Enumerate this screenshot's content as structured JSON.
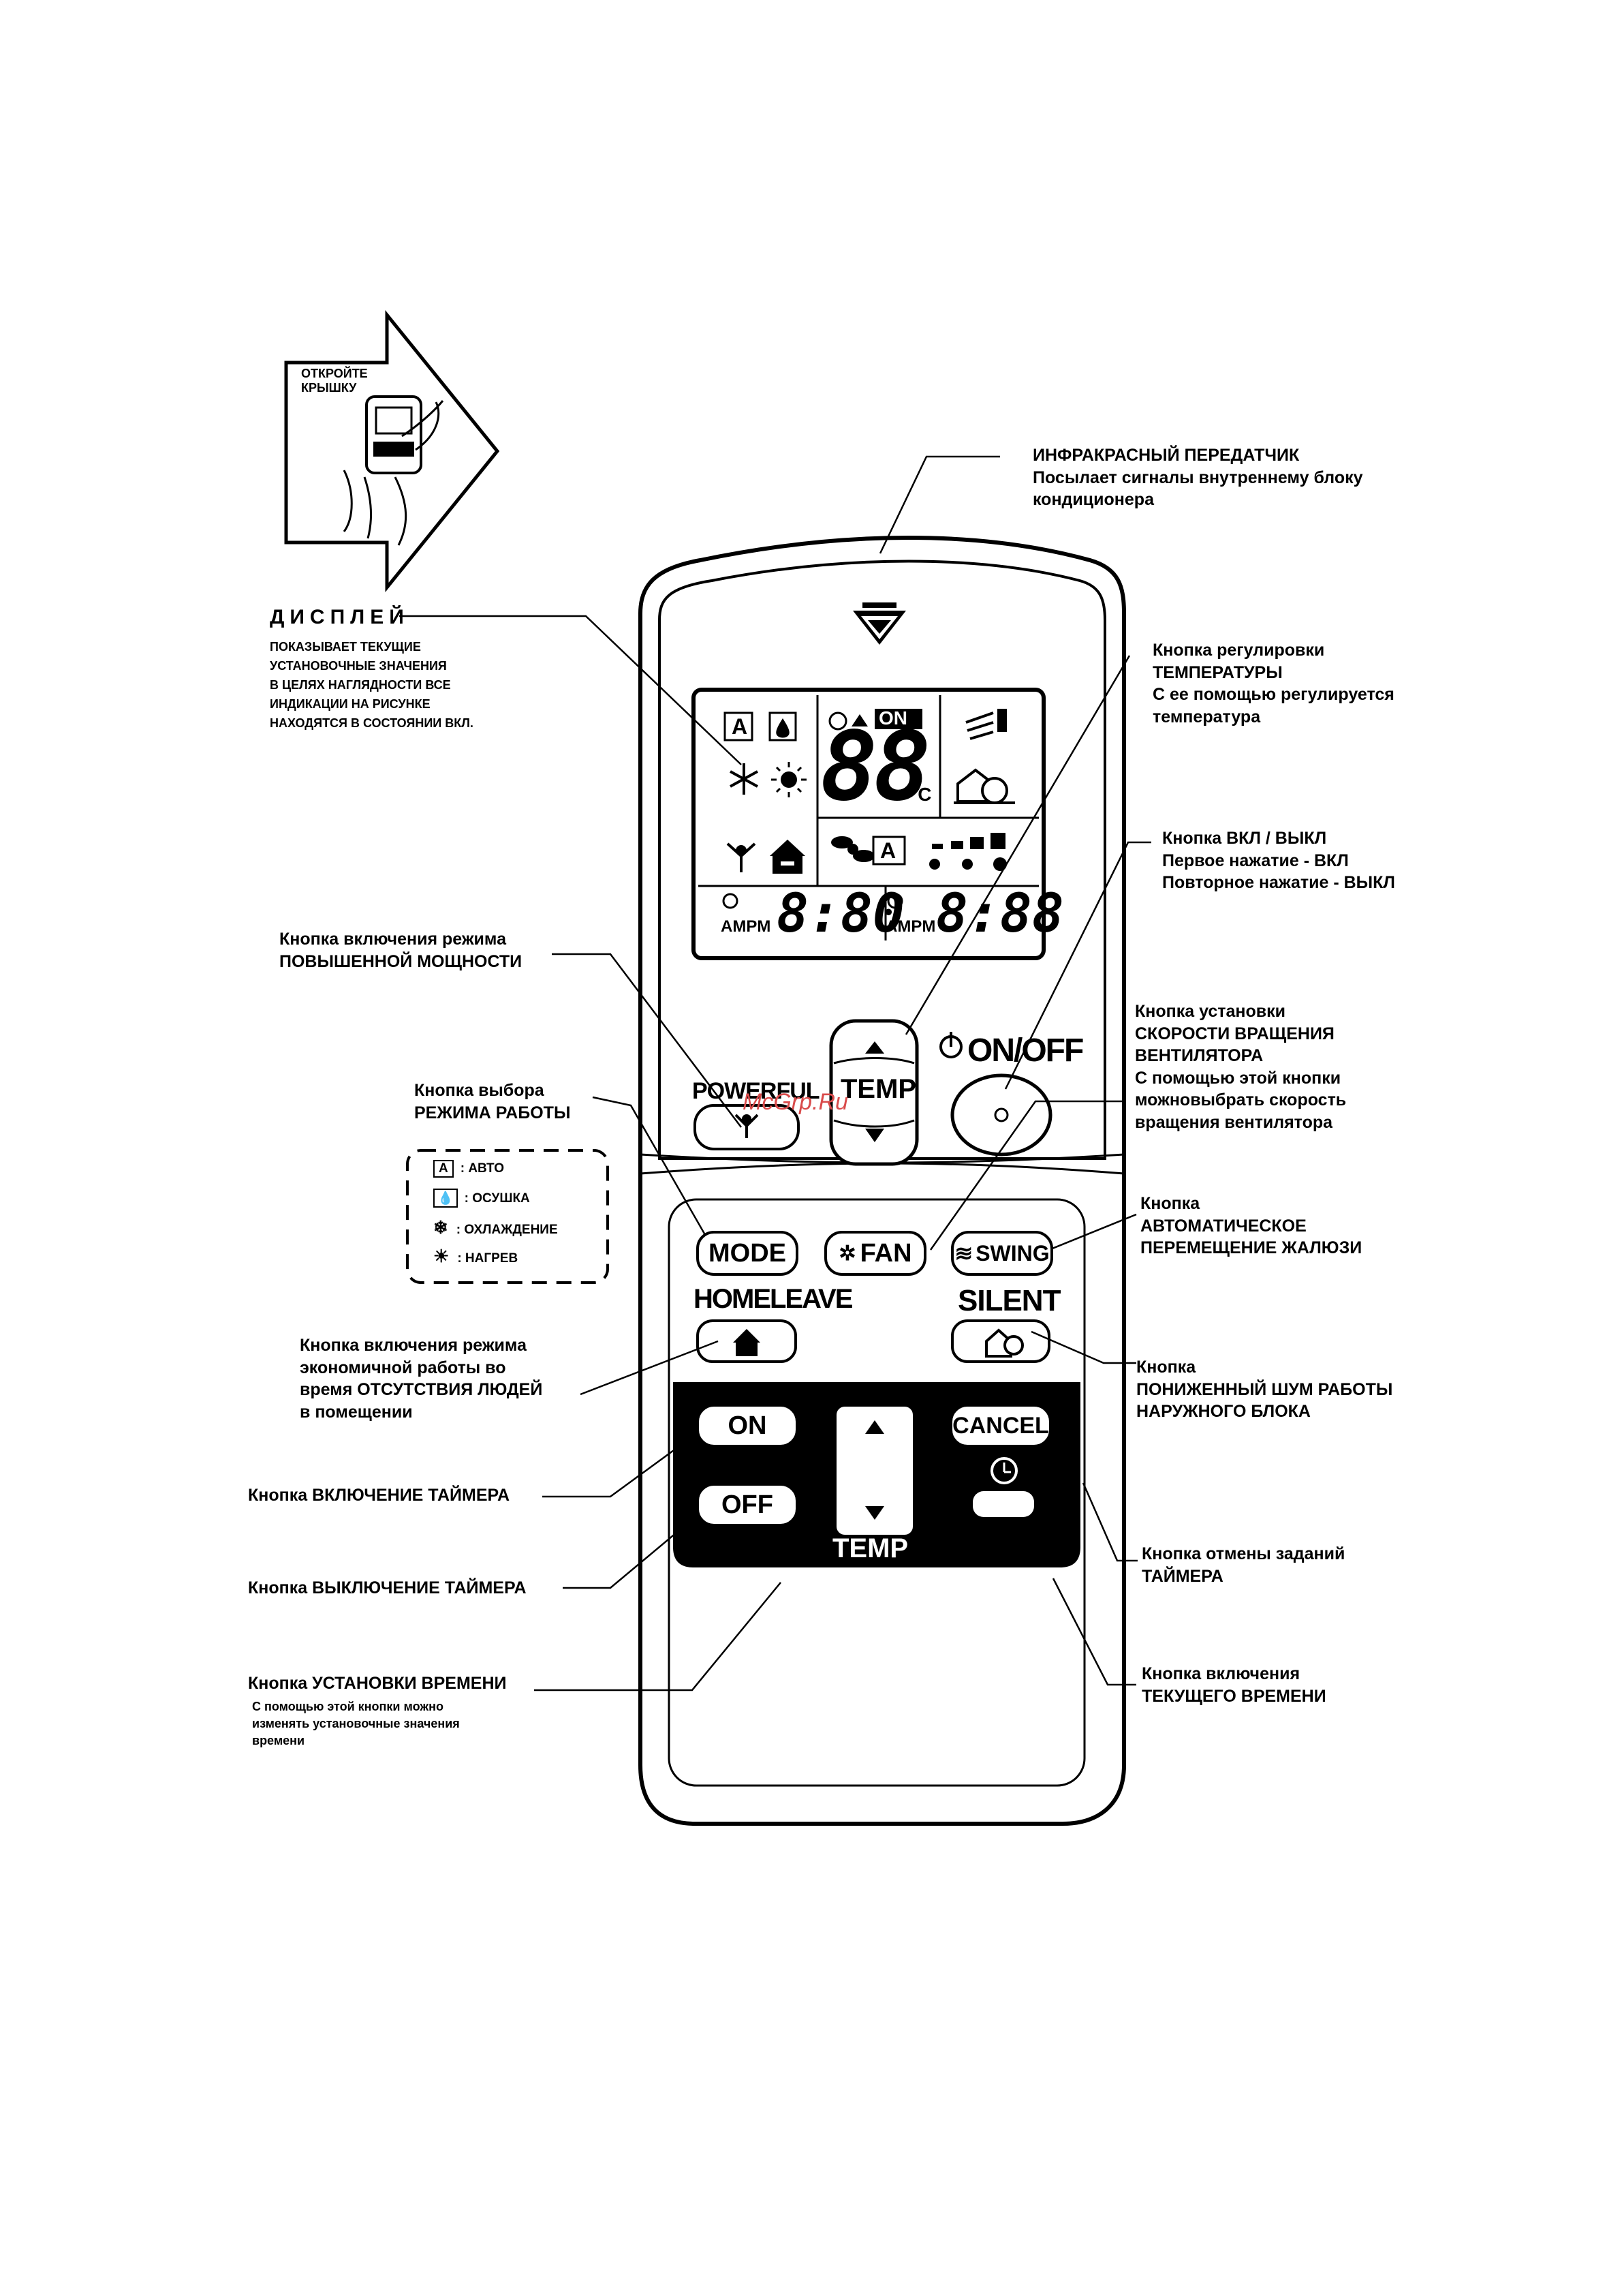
{
  "open_cover": [
    "ОТКРОЙТЕ",
    "КРЫШКУ"
  ],
  "display_callout": {
    "title": "ДИСПЛЕЙ",
    "lines": [
      "ПОКАЗЫВАЕТ ТЕКУЩИЕ",
      "УСТАНОВОЧНЫЕ ЗНАЧЕНИЯ",
      "В ЦЕЛЯХ НАГЛЯДНОСТИ ВСЕ",
      "ИНДИКАЦИИ НА РИСУНКЕ",
      "НАХОДЯТСЯ В СОСТОЯНИИ ВКЛ."
    ]
  },
  "callouts": {
    "ir_transmitter": [
      "ИНФРАКРАСНЫЙ ПЕРЕДАТЧИК",
      "Посылает сигналы внутреннему блоку",
      "кондиционера"
    ],
    "temp_button": [
      "Кнопка регулировки",
      "ТЕМПЕРАТУРЫ",
      "С ее помощью регулируется",
      "температура"
    ],
    "onoff_button": [
      "Кнопка ВКЛ / ВЫКЛ",
      "Первое нажатие - ВКЛ",
      "Повторное нажатие - ВЫКЛ"
    ],
    "fan_button": [
      "Кнопка установки",
      "СКОРОСТИ ВРАЩЕНИЯ",
      "ВЕНТИЛЯТОРА",
      "С помощью этой кнопки",
      "можновыбрать скорость",
      "вращения вентилятора"
    ],
    "swing_button": [
      "Кнопка",
      "АВТОМАТИЧЕСКОЕ",
      "ПЕРЕМЕЩЕНИЕ ЖАЛЮЗИ"
    ],
    "silent_button": [
      "Кнопка",
      "ПОНИЖЕННЫЙ ШУМ РАБОТЫ",
      "НАРУЖНОГО БЛОКА"
    ],
    "cancel_button": [
      "Кнопка отмены заданий",
      "ТАЙМЕРА"
    ],
    "clock_button": [
      "Кнопка включения",
      "ТЕКУЩЕГО ВРЕМЕНИ"
    ],
    "powerful_button": [
      "Кнопка включения режима",
      "ПОВЫШЕННОЙ МОЩНОСТИ"
    ],
    "mode_button": [
      "Кнопка выбора",
      "РЕЖИМА РАБОТЫ"
    ],
    "homeleave_button": [
      "Кнопка включения режима",
      "экономичной работы во",
      "время ОТСУТСТВИЯ ЛЮДЕЙ",
      "в помещении"
    ],
    "timer_on": [
      "Кнопка ВКЛЮЧЕНИЕ ТАЙМЕРА"
    ],
    "timer_off": [
      "Кнопка ВЫКЛЮЧЕНИЕ ТАЙМЕРА"
    ],
    "time_set": [
      "Кнопка УСТАНОВКИ ВРЕМЕНИ"
    ],
    "time_set_note": [
      "С помощью этой кнопки можно",
      "изменять установочные значения",
      "времени"
    ]
  },
  "legend": [
    {
      "icon": "auto-mode-icon",
      "glyph": "A",
      "label": ": АВТО"
    },
    {
      "icon": "dry-mode-icon",
      "glyph": "💧",
      "label": ": ОСУШКА"
    },
    {
      "icon": "cool-mode-icon",
      "glyph": "❄",
      "label": ": ОХЛАЖДЕНИЕ"
    },
    {
      "icon": "heat-mode-icon",
      "glyph": "☀",
      "label": ":  НАГРЕВ"
    }
  ],
  "remote": {
    "lcd": {
      "on_badge": "ON",
      "temp_digits": "88",
      "temp_unit": "°C",
      "ampm_1": "AMPM",
      "time_1": "8:80",
      "ampm_2": "AMPM",
      "time_2": "8:88"
    },
    "buttons": {
      "powerful": "POWERFUL",
      "temp": "TEMP",
      "onoff": "ON/OFF",
      "mode": "MODE",
      "fan": "FAN",
      "swing": "SWING",
      "homeleave": "HOMELEAVE",
      "silent": "SILENT",
      "timer_on": "ON",
      "timer_off": "OFF",
      "cancel": "CANCEL",
      "timer_temp": "TEMP"
    }
  },
  "watermark": "McGrp.Ru"
}
